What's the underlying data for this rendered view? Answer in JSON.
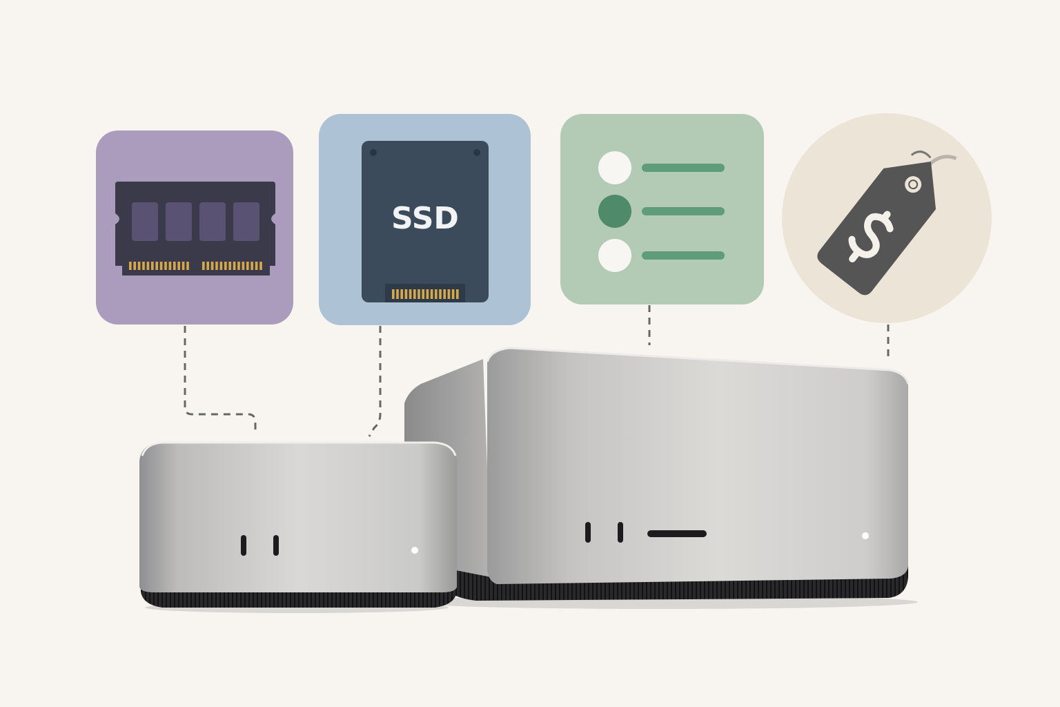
{
  "colors": {
    "background": "#f8f5f1",
    "ram_tile": "#ab9cbd",
    "ssd_tile": "#adc2d4",
    "list_tile": "#b3cbb5",
    "price_tile": "#ece4d7",
    "accent_green": "#4f8a6a",
    "dark_slate": "#3c4b5c",
    "tag_gray": "#555555",
    "connector_gold": "#d6a84a"
  },
  "icons": {
    "ram": "memory-module-icon",
    "ssd": "ssd-drive-icon",
    "list": "checklist-icon",
    "price": "price-tag-icon"
  },
  "ssd": {
    "label": "SSD"
  },
  "devices": [
    {
      "name": "small-mini-computer"
    },
    {
      "name": "large-studio-computer"
    }
  ]
}
